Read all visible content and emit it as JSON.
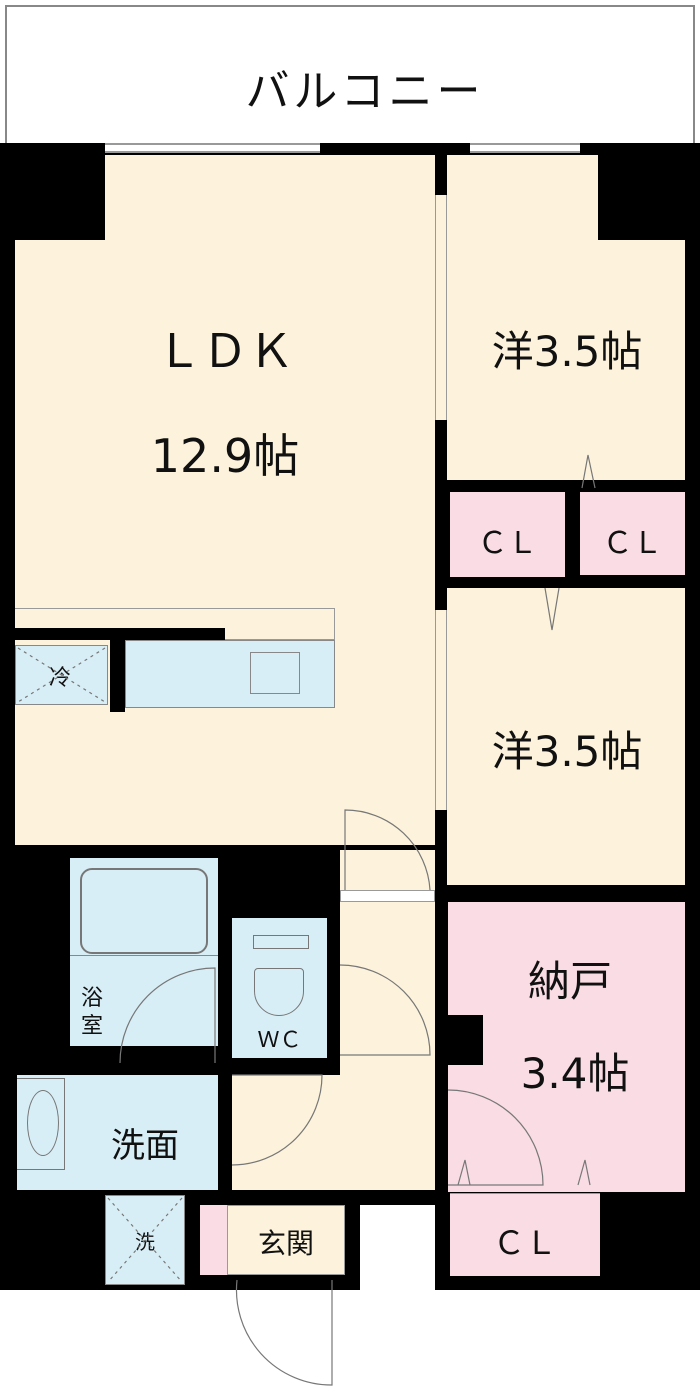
{
  "balcony": {
    "label": "バルコニー"
  },
  "rooms": {
    "ldk": {
      "name": "ＬＤＫ",
      "size": "12.9帖"
    },
    "western_top": {
      "label": "洋3.5帖"
    },
    "western_bottom": {
      "label": "洋3.5帖"
    },
    "closet_left": {
      "label": "ＣＬ"
    },
    "closet_right": {
      "label": "ＣＬ"
    },
    "storage": {
      "name": "納戸",
      "size": "3.4帖"
    },
    "storage_closet": {
      "label": "ＣＬ"
    },
    "bath": {
      "label": "浴室"
    },
    "wc": {
      "label": "ＷＣ"
    },
    "washroom": {
      "label": "洗面"
    },
    "entrance": {
      "label": "玄関"
    },
    "fridge": {
      "label": "冷"
    },
    "washer": {
      "label": "洗"
    }
  },
  "colors": {
    "wall": "#000000",
    "living": "#fdf3dc",
    "wet": "#d8eef6",
    "storage": "#f9dce4"
  }
}
